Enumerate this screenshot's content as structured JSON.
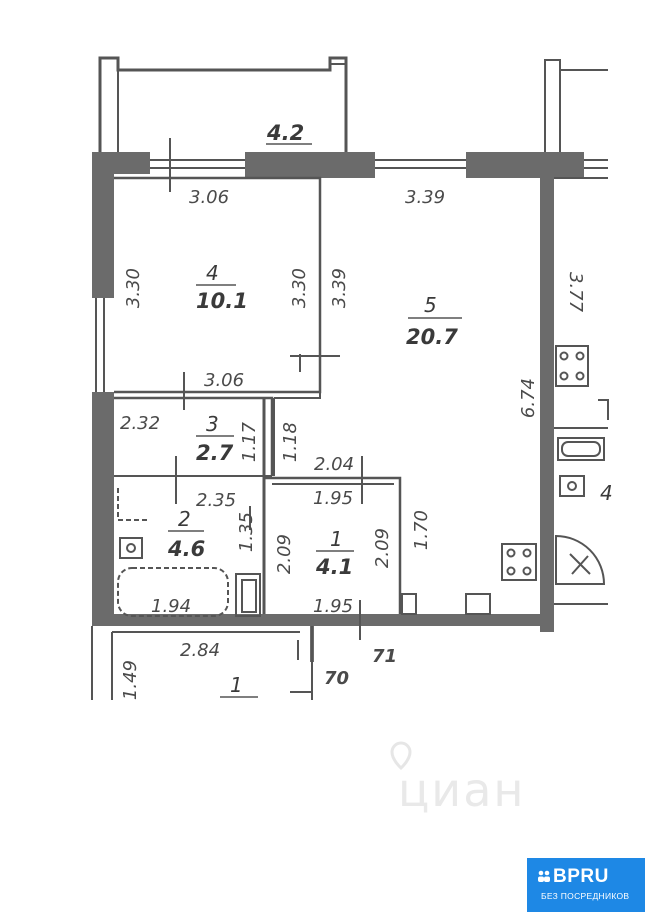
{
  "rooms": [
    {
      "number": "4",
      "area": "10.1"
    },
    {
      "number": "5",
      "area": "20.7"
    },
    {
      "number": "3",
      "area": "2.7"
    },
    {
      "number": "2",
      "area": "4.6"
    },
    {
      "number": "1",
      "area": "4.1"
    }
  ],
  "balcony_area": "4.2",
  "dimensions": {
    "room4_top": "3.06",
    "room4_bottom": "3.06",
    "room4_left": "3.30",
    "room4_right": "3.30",
    "room5_top": "3.39",
    "room5_left": "3.39",
    "room5_right": "6.74",
    "room3_width": "2.32",
    "room3_height": "1.17",
    "hall_height": "1.18",
    "hall_width": "2.04",
    "bath_width": "2.35",
    "bath_height": "1.35",
    "bath_inner": "2.09",
    "tub_length": "1.94",
    "room1_top": "1.95",
    "room1_bottom": "1.95",
    "room1_left": "2.09",
    "room1_right": "2.09",
    "room1_side": "1.70",
    "lower_width": "2.84",
    "lower_height": "1.49",
    "neighbor_height": "3.77",
    "wall_71": "71",
    "wall_70": "70"
  },
  "partial_lower_room": "1",
  "partial_neighbor_room": "4",
  "watermark": "циан",
  "badge": {
    "title": "BPRU",
    "subtitle": "БЕЗ ПОСРЕДНИКОВ"
  }
}
